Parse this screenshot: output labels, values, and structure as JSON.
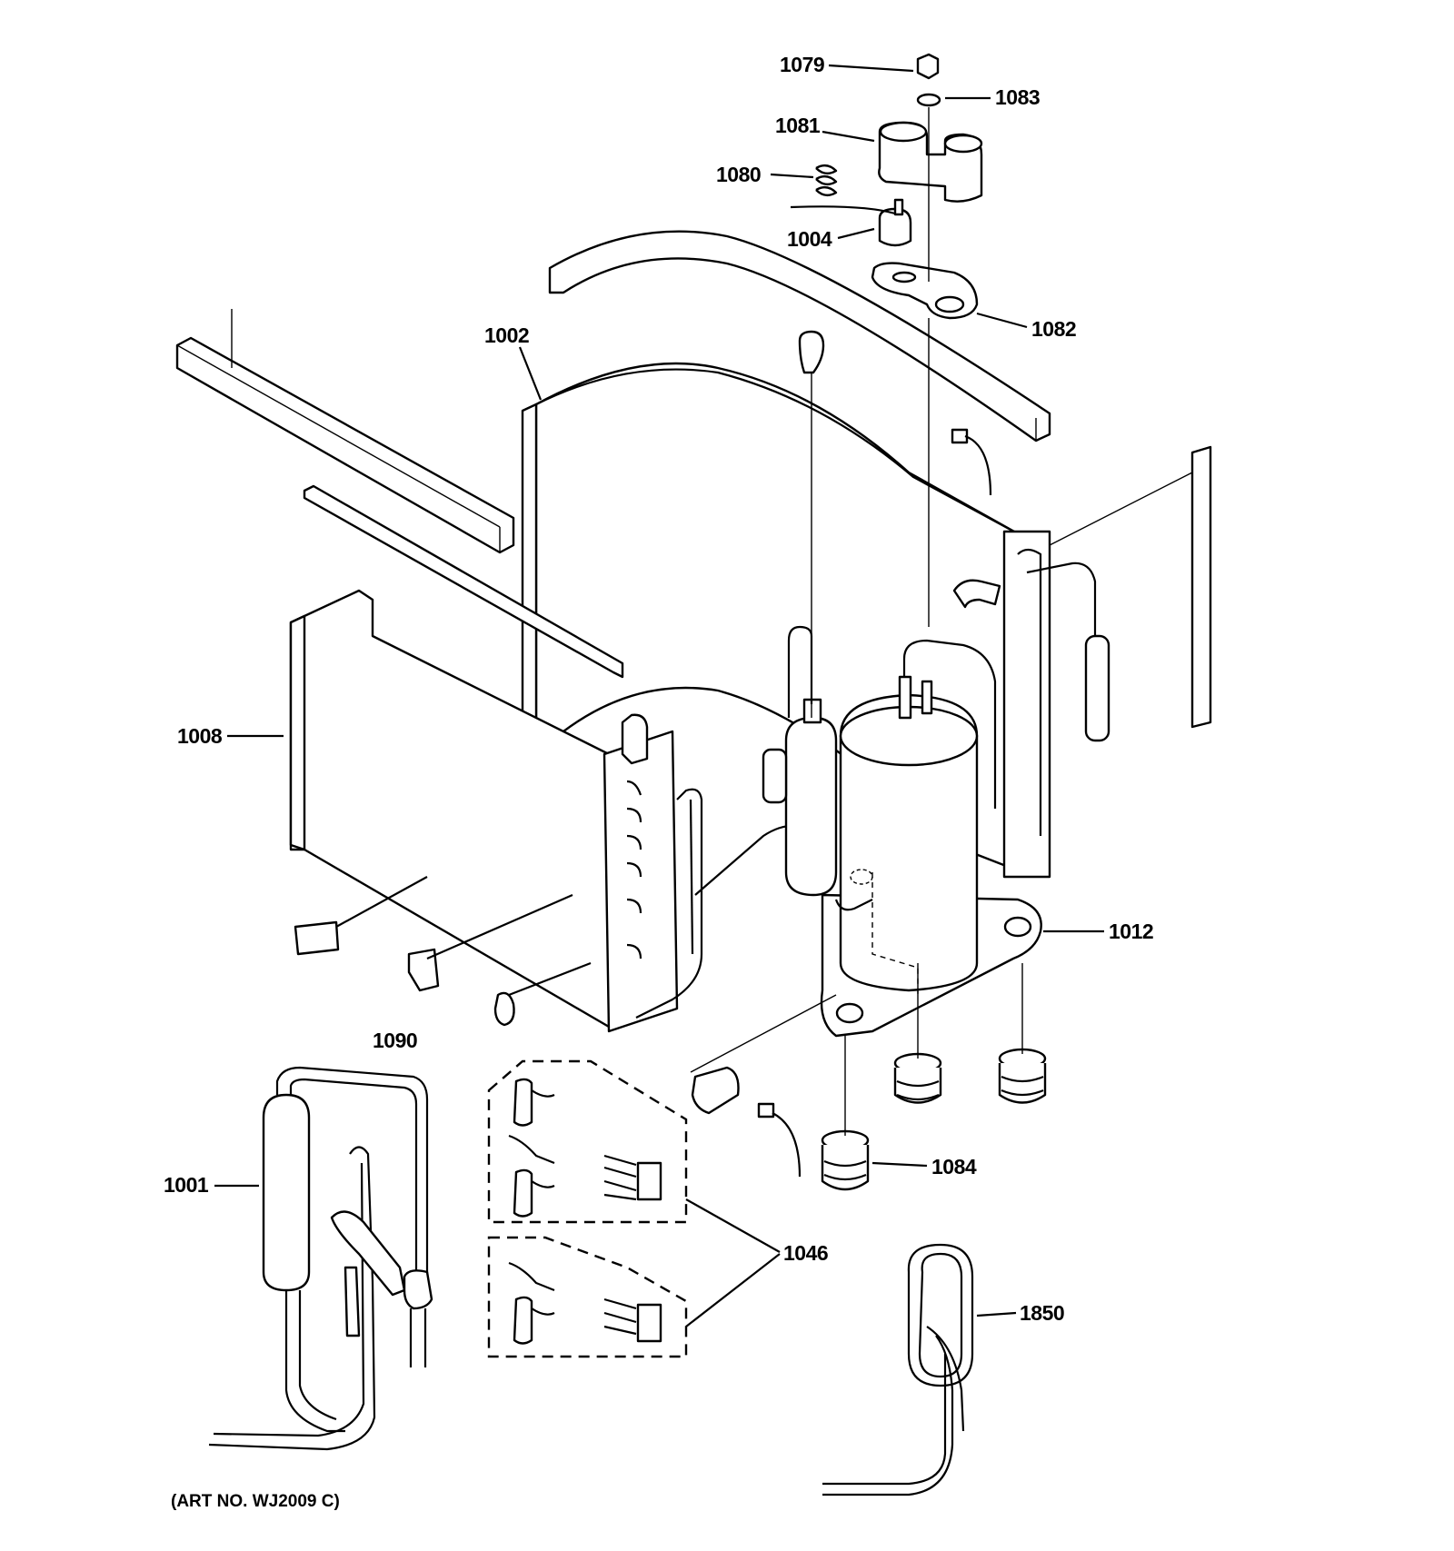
{
  "diagram": {
    "art_number": "(ART NO. WJ2009 C)",
    "callouts": [
      {
        "id": "1079",
        "label": "1079"
      },
      {
        "id": "1083",
        "label": "1083"
      },
      {
        "id": "1081",
        "label": "1081"
      },
      {
        "id": "1080",
        "label": "1080"
      },
      {
        "id": "1004",
        "label": "1004"
      },
      {
        "id": "1082",
        "label": "1082"
      },
      {
        "id": "1002",
        "label": "1002"
      },
      {
        "id": "1008",
        "label": "1008"
      },
      {
        "id": "1012",
        "label": "1012"
      },
      {
        "id": "1090",
        "label": "1090"
      },
      {
        "id": "1084",
        "label": "1084"
      },
      {
        "id": "1001",
        "label": "1001"
      },
      {
        "id": "1046",
        "label": "1046"
      },
      {
        "id": "1850",
        "label": "1850"
      }
    ]
  }
}
